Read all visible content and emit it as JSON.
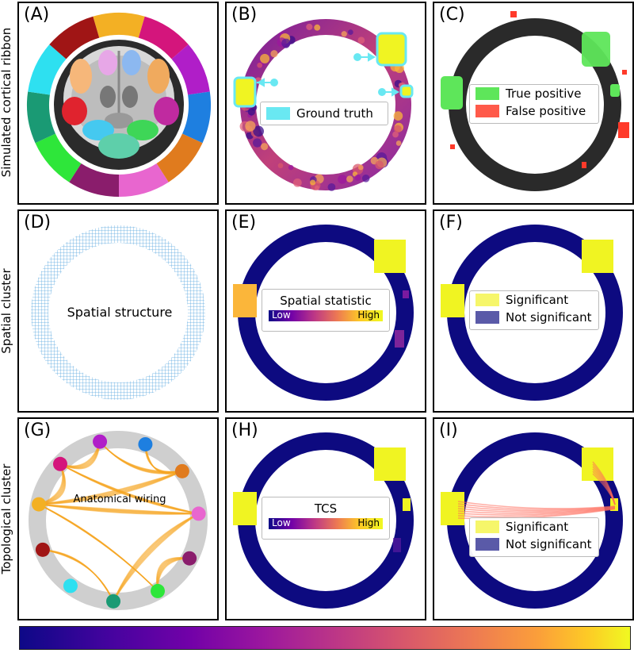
{
  "rows": [
    {
      "label": "Simulated cortical ribbon"
    },
    {
      "label": "Spatial cluster"
    },
    {
      "label": "Topological cluster"
    }
  ],
  "panels": {
    "a": {
      "label": "(A)"
    },
    "b": {
      "label": "(B)",
      "legend": "Ground truth"
    },
    "c": {
      "label": "(C)",
      "legend_tp": "True positive",
      "legend_fp": "False positive"
    },
    "d": {
      "label": "(D)",
      "text": "Spatial structure"
    },
    "e": {
      "label": "(E)",
      "title": "Spatial statistic",
      "low": "Low",
      "high": "High"
    },
    "f": {
      "label": "(F)",
      "sig": "Significant",
      "nsig": "Not significant"
    },
    "g": {
      "label": "(G)",
      "text": "Anatomical wiring"
    },
    "h": {
      "label": "(H)",
      "title": "TCS",
      "low": "Low",
      "high": "High"
    },
    "i": {
      "label": "(I)",
      "sig": "Significant",
      "nsig": "Not significant"
    }
  },
  "colors": {
    "navy": "#0d0a80",
    "yellow": "#f0f422",
    "cyan": "#69e8f2",
    "ribbon_dark": "#2a2a2a",
    "true_positive": "#5ee65a",
    "false_positive": "#ff3a2a",
    "wiring": "#f5a623",
    "node_gray": "#cfcfcf",
    "significant": "#f6f66a",
    "not_significant": "#5a5aa8"
  },
  "regions": [
    "#d4157c",
    "#b01ec8",
    "#1e7fe0",
    "#e07b1e",
    "#e866cf",
    "#8a1d6c",
    "#2ee63a",
    "#1a9a74",
    "#2ee0f0",
    "#a01515",
    "#f3b024"
  ]
}
